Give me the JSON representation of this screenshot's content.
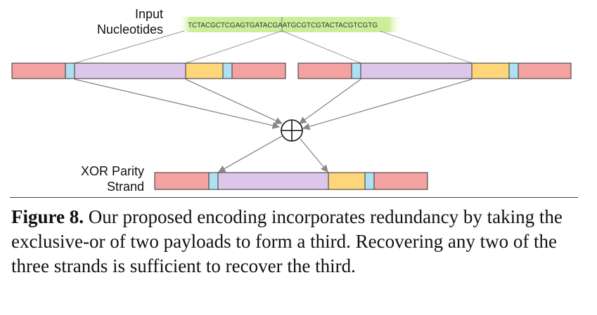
{
  "diagram": {
    "input_label_line1": "Input",
    "input_label_line2": "Nucleotides",
    "nucleotide_sequence": "TCTACGCTCGAGTGATACGAATGCGTCGTACTACGTCGTG",
    "xor_symbol": "⊕",
    "parity_label_line1": "XOR Parity",
    "parity_label_line2": "Strand"
  },
  "colors": {
    "primer": "#f4a1a1",
    "index": "#aee0f2",
    "payload": "#dcc6ea",
    "checksum": "#ffd57a",
    "sequence_highlight": "#ccee99",
    "arrow": "#888888"
  },
  "caption": {
    "figure_number": "Figure 8.",
    "text": "Our proposed encoding incorporates redundancy by taking the exclusive-or of two payloads to form a third. Recovering any two of the three strands is sufficient to recover the third."
  }
}
